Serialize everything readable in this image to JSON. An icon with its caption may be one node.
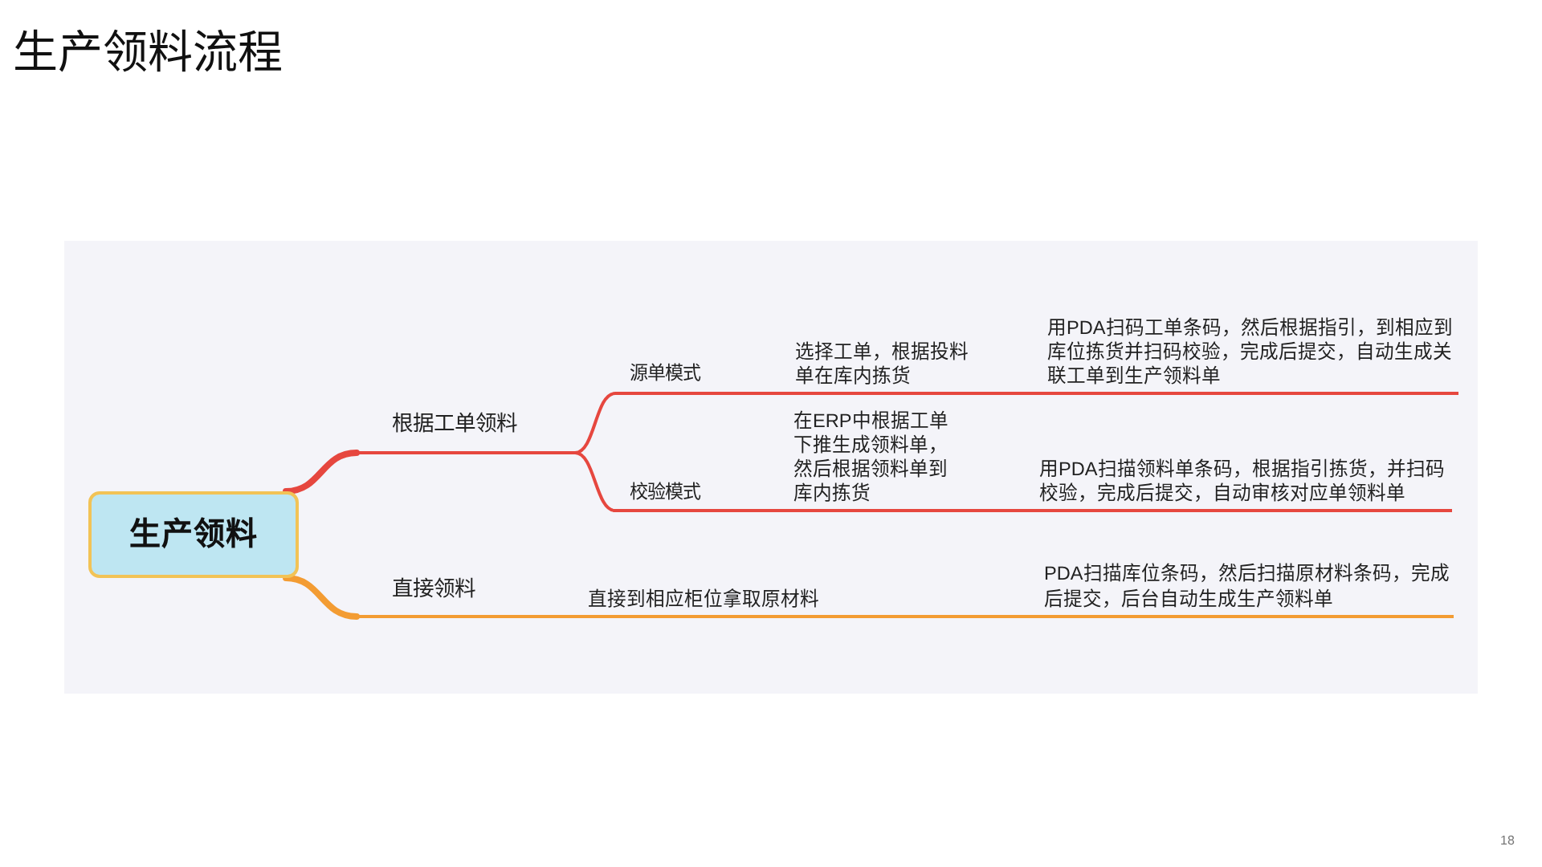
{
  "diagram": {
    "title": "生产领料流程",
    "nodes": [
      {
        "text": [
          "生产领料"
        ]
      },
      {
        "text": [
          "根据工单领料"
        ]
      },
      {
        "text": [
          "源单模式"
        ]
      },
      {
        "text": [
          "选择工单，根据投料单在库内拣货"
        ]
      },
      {
        "text": [
          "用PDA扫码工单条码，然后根据指引，到相应到库位拣货并扫码校验，完成后提交，自动生成关联工单到生产领料单"
        ]
      },
      {
        "text": [
          "校验模式"
        ]
      },
      {
        "text": [
          "在ERP中根据工单下推生成领料单，然后根据领料单到库内拣货"
        ]
      },
      {
        "text": [
          "用PDA扫描领料单条码，根据指引拣货，并扫码校验，完成后提交，自动审核对应单领料单"
        ]
      },
      {
        "text": [
          "直接领料"
        ]
      },
      {
        "text": [
          "直接到相应柜位拿取原材料"
        ]
      },
      {
        "text": [
          "PDA扫描库位条码，然后扫描原材料条码，完成后提交，后台自动生成生产领料单"
        ]
      }
    ],
    "edges": [
      {
        "from": 0,
        "to": 1,
        "arrow": "none",
        "style": "thick"
      },
      {
        "from": 1,
        "to": 2,
        "arrow": "none"
      },
      {
        "from": 2,
        "to": 3,
        "arrow": "none"
      },
      {
        "from": 3,
        "to": 4,
        "arrow": "none"
      },
      {
        "from": 1,
        "to": 5,
        "arrow": "none"
      },
      {
        "from": 5,
        "to": 6,
        "arrow": "none"
      },
      {
        "from": 6,
        "to": 7,
        "arrow": "none"
      },
      {
        "from": 0,
        "to": 8,
        "arrow": "none",
        "style": "thick",
        "color": "#f39c33"
      },
      {
        "from": 8,
        "to": 9,
        "arrow": "none",
        "color": "#f39c33"
      },
      {
        "from": 9,
        "to": 10,
        "arrow": "none",
        "color": "#f39c33"
      }
    ],
    "labels": [
      "18"
    ]
  }
}
